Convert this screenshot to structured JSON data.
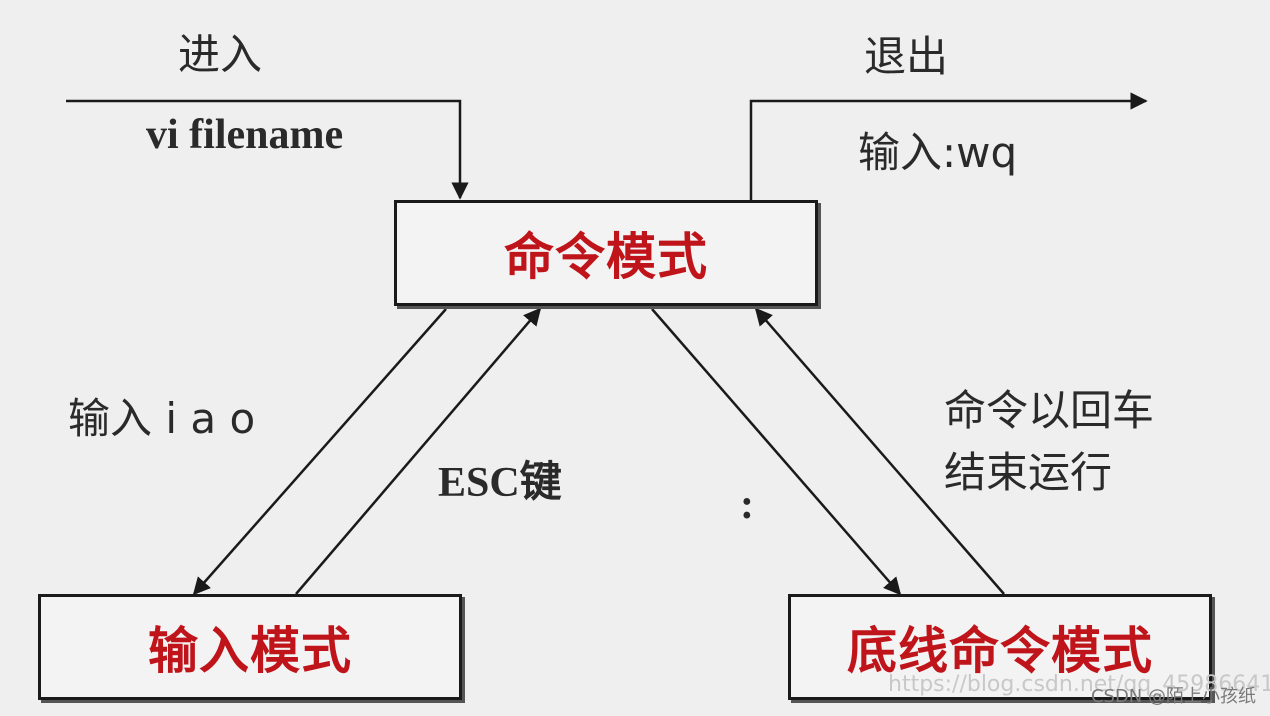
{
  "diagram": {
    "nodes": {
      "command_mode": "命令模式",
      "insert_mode": "输入模式",
      "last_line_mode": "底线命令模式"
    },
    "labels": {
      "enter": "进入",
      "enter_command": "vi filename",
      "exit": "退出",
      "exit_command": "输入:wq",
      "to_insert": "输入 i a o",
      "to_command_from_insert": "ESC键",
      "to_last_line": ":",
      "to_command_from_last_line_1": "命令以回车",
      "to_command_from_last_line_2": "结束运行"
    },
    "edges": [
      {
        "from": "outside",
        "to": "command_mode",
        "label": "vi filename"
      },
      {
        "from": "command_mode",
        "to": "outside",
        "label": "输入:wq"
      },
      {
        "from": "command_mode",
        "to": "insert_mode",
        "label": "输入 i a o"
      },
      {
        "from": "insert_mode",
        "to": "command_mode",
        "label": "ESC键"
      },
      {
        "from": "command_mode",
        "to": "last_line_mode",
        "label": ":"
      },
      {
        "from": "last_line_mode",
        "to": "command_mode",
        "label": "命令以回车结束运行"
      }
    ],
    "colors": {
      "node_text": "#c0141b",
      "line": "#1a1a1a",
      "background": "#efefef"
    }
  },
  "watermark": {
    "url": "https://blog.csdn.net/qq_45986641",
    "credit": "CSDN @陌上小孩纸"
  }
}
